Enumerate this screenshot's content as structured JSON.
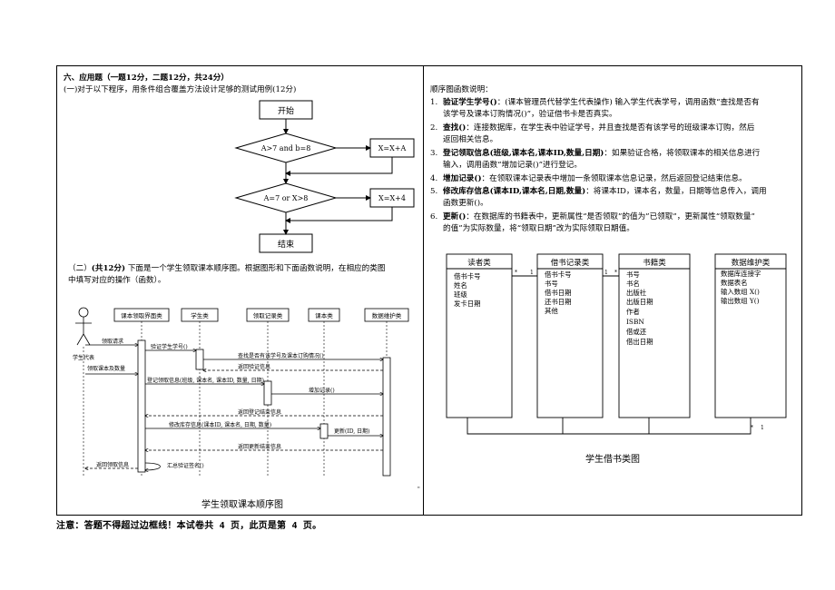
{
  "section": {
    "title": "六、应用题（一题12分，二题12分，共24分）",
    "q1_text": "(一)对于以下程序，用条件组合覆盖方法设计足够的测试用例(12分)"
  },
  "flowchart": {
    "start": "开始",
    "cond1": "A>7 and b=8",
    "action1": "X=X+A",
    "cond2": "A=7 or X>8",
    "action2": "X=X+4",
    "end": "结束"
  },
  "q2": {
    "prefix": "（二）",
    "score": "(共12分)",
    "line1": "下面是一个学生领取课本顺序图。根据图形和下面函数说明，在相应的类图",
    "line2": "中填写对应的操作（函数）。"
  },
  "sequence": {
    "actor": "学生代表",
    "lifelines": [
      "课本领取界面类",
      "学生类",
      "领取记录类",
      "课本类",
      "数据维护类"
    ],
    "messages": [
      "领取请求",
      "验证学生学号()",
      "查找是否有该学号及课本订购情况()",
      "返回验证信息",
      "领取课本及数量",
      "登记领取信息(班级, 课本名, 课本ID, 数量, 日期)",
      "增加记录()",
      "返回登记结束信息",
      "修改库存信息(课本ID, 课本名, 日期, 数量)",
      "更新(ID, 日期)",
      "返回更新结束信息",
      "返回领取信息",
      "汇总验证签名()"
    ],
    "caption": "学生领取课本顺序图",
    "dot": "\""
  },
  "explain": {
    "heading": "顺序图函数说明：",
    "items": [
      {
        "num": "1.",
        "key": "验证学生学号()",
        "lines": [
          "：(课本管理员代替学生代表操作) 输入学生代表学号，调用函数“查找是否有",
          "该学号及课本订购情况()”，验证借书卡是否真实。"
        ]
      },
      {
        "num": "2.",
        "key": "查找()",
        "lines": [
          "：连接数据库，在学生表中验证学号，并且查找是否有该学号的班级课本订购，然后",
          "返回相关信息。"
        ]
      },
      {
        "num": "3.",
        "key": "登记领取信息(班级,课本名,课本ID,数量,日期)",
        "lines": [
          "：如果验证合格，将领取课本的相关信息进行",
          "输入，调用函数“增加记录()”进行登记。"
        ]
      },
      {
        "num": "4.",
        "key": "增加记录()",
        "lines": [
          "：在领取课本记录表中增加一条领取课本信息记录，然后返回登记结束信息。"
        ]
      },
      {
        "num": "5.",
        "key": "修改库存信息(课本ID,课本名,日期,数量)",
        "lines": [
          "：将课本ID，课本名，数量，日期等信息传入，调用",
          "函数更新()。"
        ]
      },
      {
        "num": "6.",
        "key": "更新()",
        "lines": [
          "：在数据库的书籍表中，更新属性“是否领取”的值为”已领取”，更新属性“领取数量”",
          "的值”为实际数量，将“领取日期”改为实际领取日期值。"
        ]
      }
    ]
  },
  "classes": {
    "reader": {
      "name": "读者类",
      "attrs": [
        "借书卡号",
        "姓名",
        "班级",
        "发卡日期"
      ]
    },
    "record": {
      "name": "借书记录类",
      "attrs": [
        "借书卡号",
        "书号",
        "借书日期",
        "还书日期",
        "其他"
      ]
    },
    "book": {
      "name": "书籍类",
      "attrs": [
        "书号",
        "书名",
        "出版社",
        "出版日期",
        "作者",
        "ISBN",
        "借或还",
        "借出日期"
      ]
    },
    "maint": {
      "name": "数据维护类",
      "attrs": [
        "数据库连接字",
        "数据表名",
        "输入数组 X()",
        "输出数组 Y()"
      ]
    },
    "mult": [
      "*",
      "1",
      "1",
      "*",
      "*",
      "1"
    ],
    "caption": "学生借书类图"
  },
  "footer": {
    "note": "注意：答题不得超过边框线！本试卷共 4 页，此页是第 4 页。"
  }
}
